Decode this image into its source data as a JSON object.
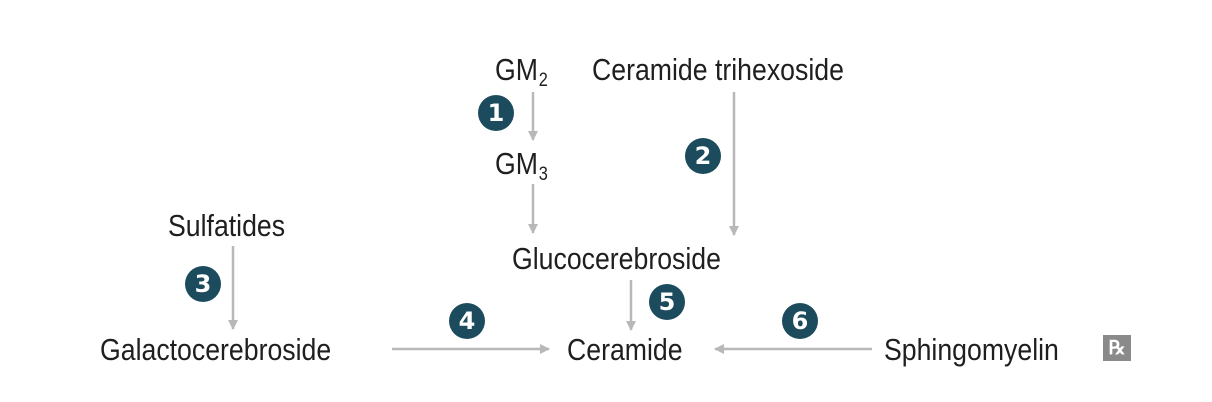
{
  "nodes": {
    "gm2": {
      "name": "GM",
      "sub": "2"
    },
    "gm3": {
      "name": "GM",
      "sub": "3"
    },
    "ceramide_trihexoside": "Ceramide trihexoside",
    "sulfatides": "Sulfatides",
    "glucocerebroside": "Glucocerebroside",
    "galactocerebroside": "Galactocerebroside",
    "ceramide": "Ceramide",
    "sphingomyelin": "Sphingomyelin"
  },
  "steps": [
    "1",
    "2",
    "3",
    "4",
    "5",
    "6"
  ],
  "rx_symbol": "℞",
  "colors": {
    "arrow": "#b8b8b8",
    "badge": "#1b4b5c",
    "text": "#1f1f1f",
    "rx_box": "#8a8a8a"
  }
}
